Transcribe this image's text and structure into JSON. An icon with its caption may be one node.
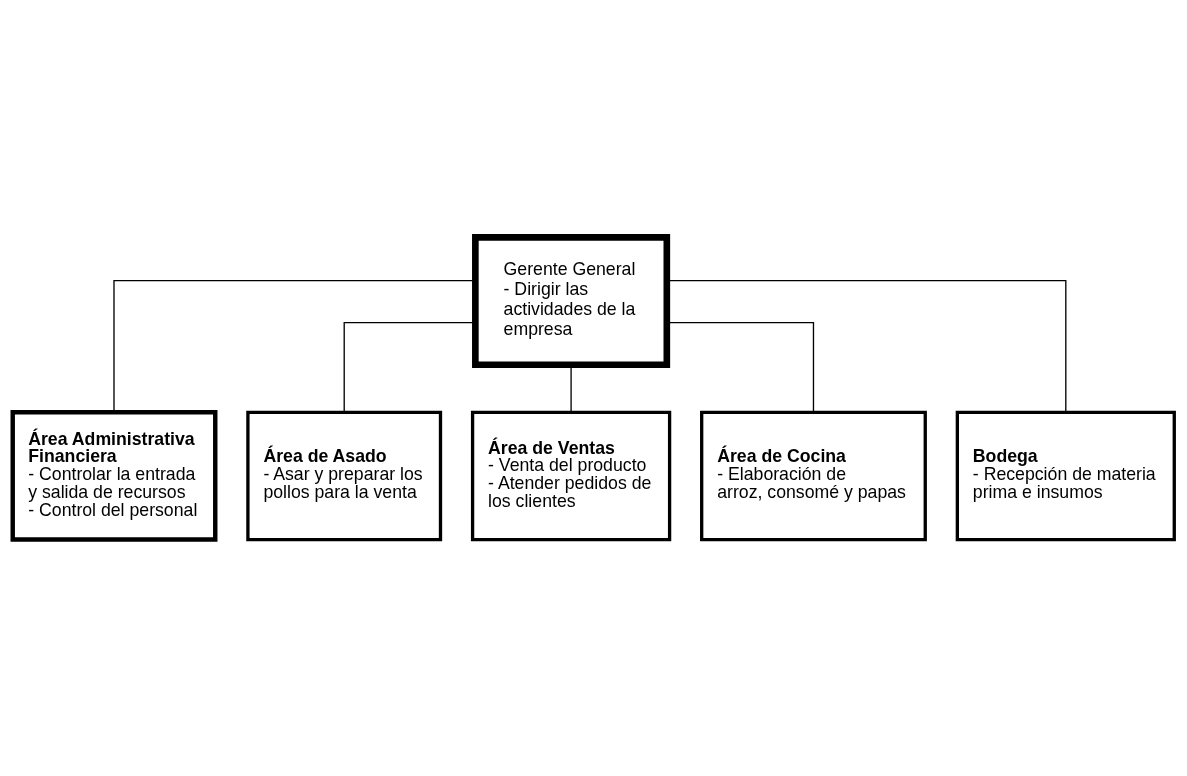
{
  "diagram": {
    "nodes": [
      {
        "text": [
          "Gerente General",
          "- Dirigir las actividades de la empresa"
        ]
      },
      {
        "text": [
          "Área Administrativa Financiera",
          "- Controlar la entrada y salida de recursos",
          "- Control del personal"
        ]
      },
      {
        "text": [
          "Área de Asado",
          "- Asar y preparar los pollos para la venta"
        ]
      },
      {
        "text": [
          "Área de Ventas",
          "- Venta del producto",
          "- Atender pedidos de los clientes"
        ]
      },
      {
        "text": [
          "Área de Cocina",
          "- Elaboración de arroz, consomé y papas"
        ]
      },
      {
        "text": [
          "Bodega",
          "- Recepción de materia prima e insumos"
        ]
      }
    ],
    "edges": [
      {
        "from": 0,
        "to": 1,
        "arrow": "none"
      },
      {
        "from": 0,
        "to": 2,
        "arrow": "none"
      },
      {
        "from": 0,
        "to": 3,
        "arrow": "none"
      },
      {
        "from": 0,
        "to": 4,
        "arrow": "none"
      },
      {
        "from": 0,
        "to": 5,
        "arrow": "none"
      }
    ]
  }
}
